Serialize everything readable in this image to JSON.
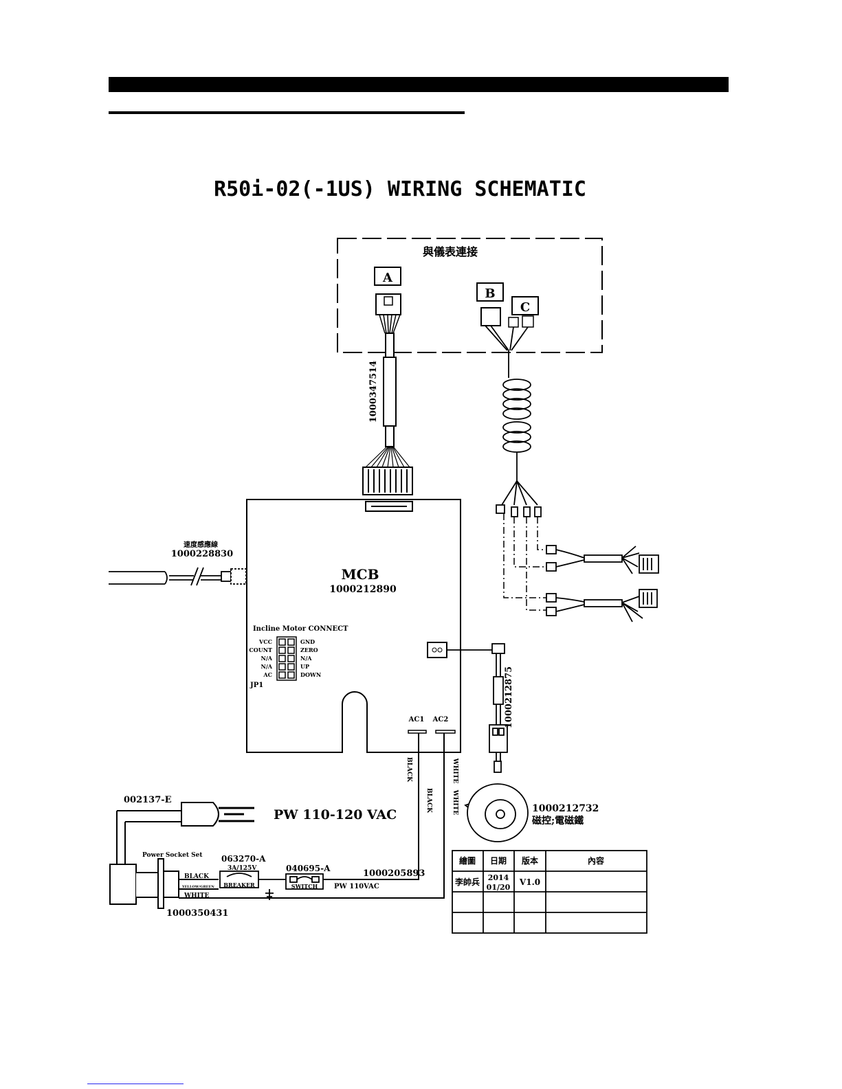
{
  "diagram": {
    "title": "R50i-02(-1US) WIRING SCHEMATIC",
    "console": {
      "label": "與儀表連接",
      "connector_a": "A",
      "connector_b": "B",
      "connector_c": "C"
    },
    "cables": {
      "console_cable": "1000347514",
      "speed_sensor_name": "速度感應線",
      "speed_sensor_code": "1000228830",
      "magnet_cable": "1000212875"
    },
    "mcb": {
      "name": "MCB",
      "code": "1000212890",
      "incline_title": "Incline Motor CONNECT",
      "jp1": "JP1",
      "pins_left": [
        "VCC",
        "COUNT",
        "N/A",
        "N/A",
        "AC"
      ],
      "pins_right": [
        "GND",
        "ZERO",
        "N/A",
        "UP",
        "DOWN"
      ],
      "ac1": "AC1",
      "ac2": "AC2"
    },
    "wires": {
      "black": "BLACK",
      "white": "WHITE",
      "yellow_green": "YELLOW/GREEN"
    },
    "magnet": {
      "code": "1000212732",
      "name": "磁控;電磁鐵"
    },
    "power": {
      "plug_code": "002137-E",
      "voltage": "PW 110-120 VAC",
      "socket_set": "Power Socket Set",
      "socket_code": "1000350431",
      "breaker_code": "063270-A",
      "breaker_rating": "3A/125V",
      "breaker_label": "BREAKER",
      "switch_code": "040695-A",
      "switch_label": "SWITCH",
      "power_cable": "1000205893",
      "pw_label": "PW 110VAC"
    }
  },
  "revision_table": {
    "headers": [
      "繪圖",
      "日期",
      "版本",
      "內容"
    ],
    "rows": [
      [
        "李帥兵",
        "2014 01/20",
        "V1.0",
        ""
      ],
      [
        "",
        "",
        "",
        ""
      ],
      [
        "",
        "",
        "",
        ""
      ]
    ]
  }
}
